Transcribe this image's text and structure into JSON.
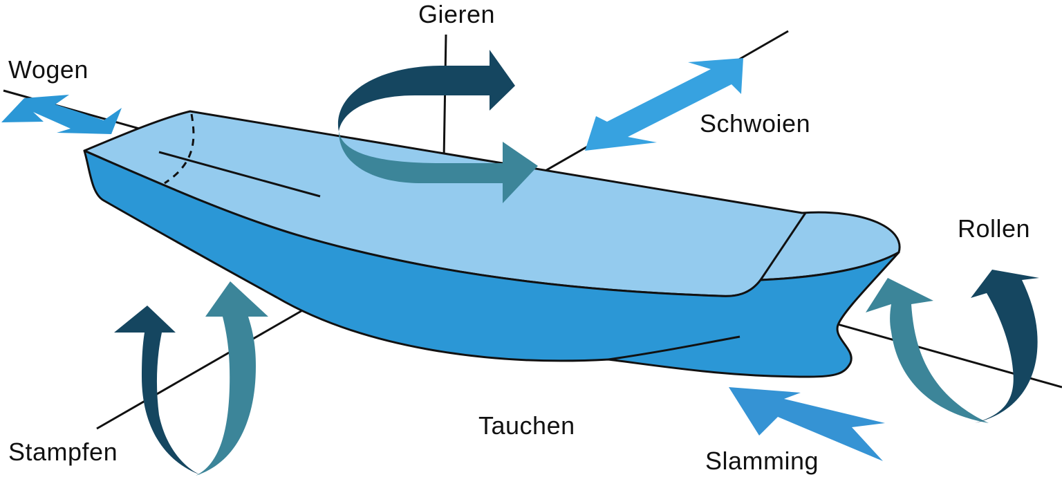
{
  "labels": {
    "gieren": "Gieren",
    "wogen": "Wogen",
    "schwoien": "Schwoien",
    "rollen": "Rollen",
    "stampfen": "Stampfen",
    "tauchen": "Tauchen",
    "slamming": "Slamming"
  },
  "colors": {
    "deck": "#94cbee",
    "hull": "#2b97d6",
    "arrow_light": "#37a2e0",
    "arrow_dark": "#154660",
    "arrow_teal": "#3c8599",
    "line": "#111111"
  }
}
